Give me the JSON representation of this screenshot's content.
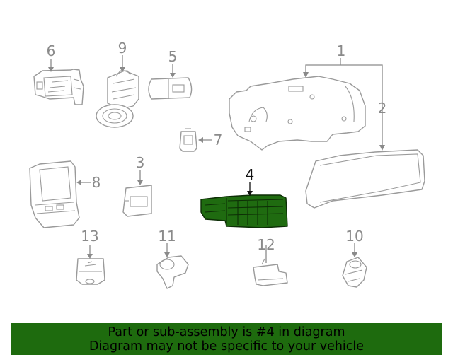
{
  "labels": {
    "p1": "1",
    "p2": "2",
    "p3": "3",
    "p4": "4",
    "p5": "5",
    "p6": "6",
    "p7": "7",
    "p8": "8",
    "p9": "9",
    "p10": "10",
    "p11": "11",
    "p12": "12",
    "p13": "13"
  },
  "banner": {
    "line1": "Part or sub-assembly is #4 in diagram",
    "line2": "Diagram may not be specific to your vehicle"
  },
  "colors": {
    "highlight": "#1f6b10",
    "banner": "#1e6b0e",
    "outline": "#9a9a9a"
  }
}
